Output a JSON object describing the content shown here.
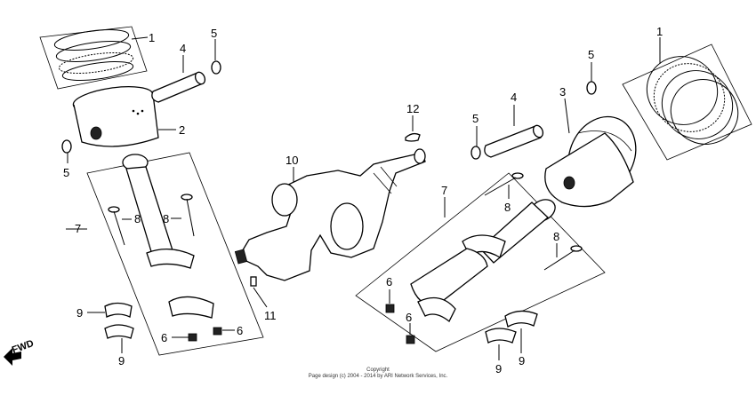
{
  "diagram": {
    "callouts": {
      "rings_left": "1",
      "rings_right": "1",
      "piston_left": "2",
      "piston_right": "3",
      "pin_left": "4",
      "pin_right": "4",
      "clip_top_left": "5",
      "clip_left": "5",
      "clip_right_mid": "5",
      "clip_right_top": "5",
      "rod_assy_left": "7",
      "rod_assy_right": "7",
      "bolt_left_a": "8",
      "bolt_left_b": "8",
      "bolt_right_a": "8",
      "bolt_right_b": "8",
      "nut_left_a": "6",
      "nut_left_b": "6",
      "nut_right_a": "6",
      "nut_right_b": "6",
      "bearing_left_a": "9",
      "bearing_left_b": "9",
      "bearing_right_a": "9",
      "bearing_right_b": "9",
      "crankshaft": "10",
      "pin_small": "11",
      "key": "12"
    },
    "fwd_label": "FWD",
    "copyright_line1": "Copyright",
    "copyright_line2": "Page design (c) 2004 - 2014 by ARI Network Services, Inc."
  }
}
